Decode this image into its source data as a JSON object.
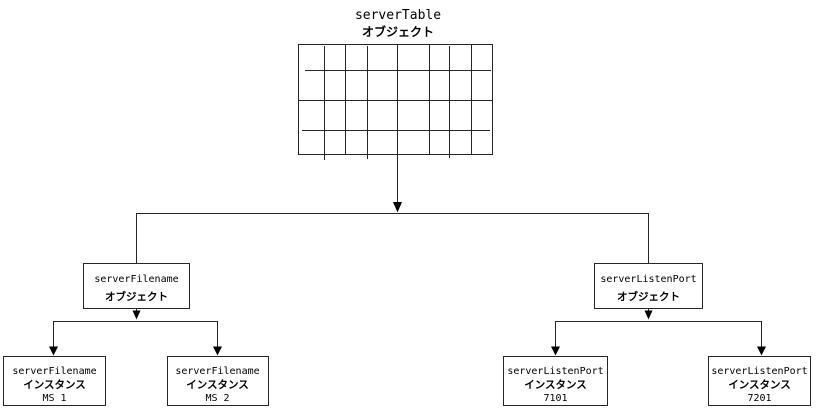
{
  "diagram": {
    "root": {
      "title_en": "serverTable",
      "title_jp": "オブジェクト"
    },
    "left_object": {
      "name": "serverFilename",
      "type_label": "オブジェクト"
    },
    "right_object": {
      "name": "serverListenPort",
      "type_label": "オブジェクト"
    },
    "instances": [
      {
        "name": "serverFilename",
        "type_label": "インスタンス",
        "id": "MS 1"
      },
      {
        "name": "serverFilename",
        "type_label": "インスタンス",
        "id": "MS 2"
      },
      {
        "name": "serverListenPort",
        "type_label": "インスタンス",
        "id": "7101"
      },
      {
        "name": "serverListenPort",
        "type_label": "インスタンス",
        "id": "7201"
      }
    ],
    "colors": {
      "line": "#262626",
      "text": "#000000",
      "background": "#ffffff"
    }
  }
}
